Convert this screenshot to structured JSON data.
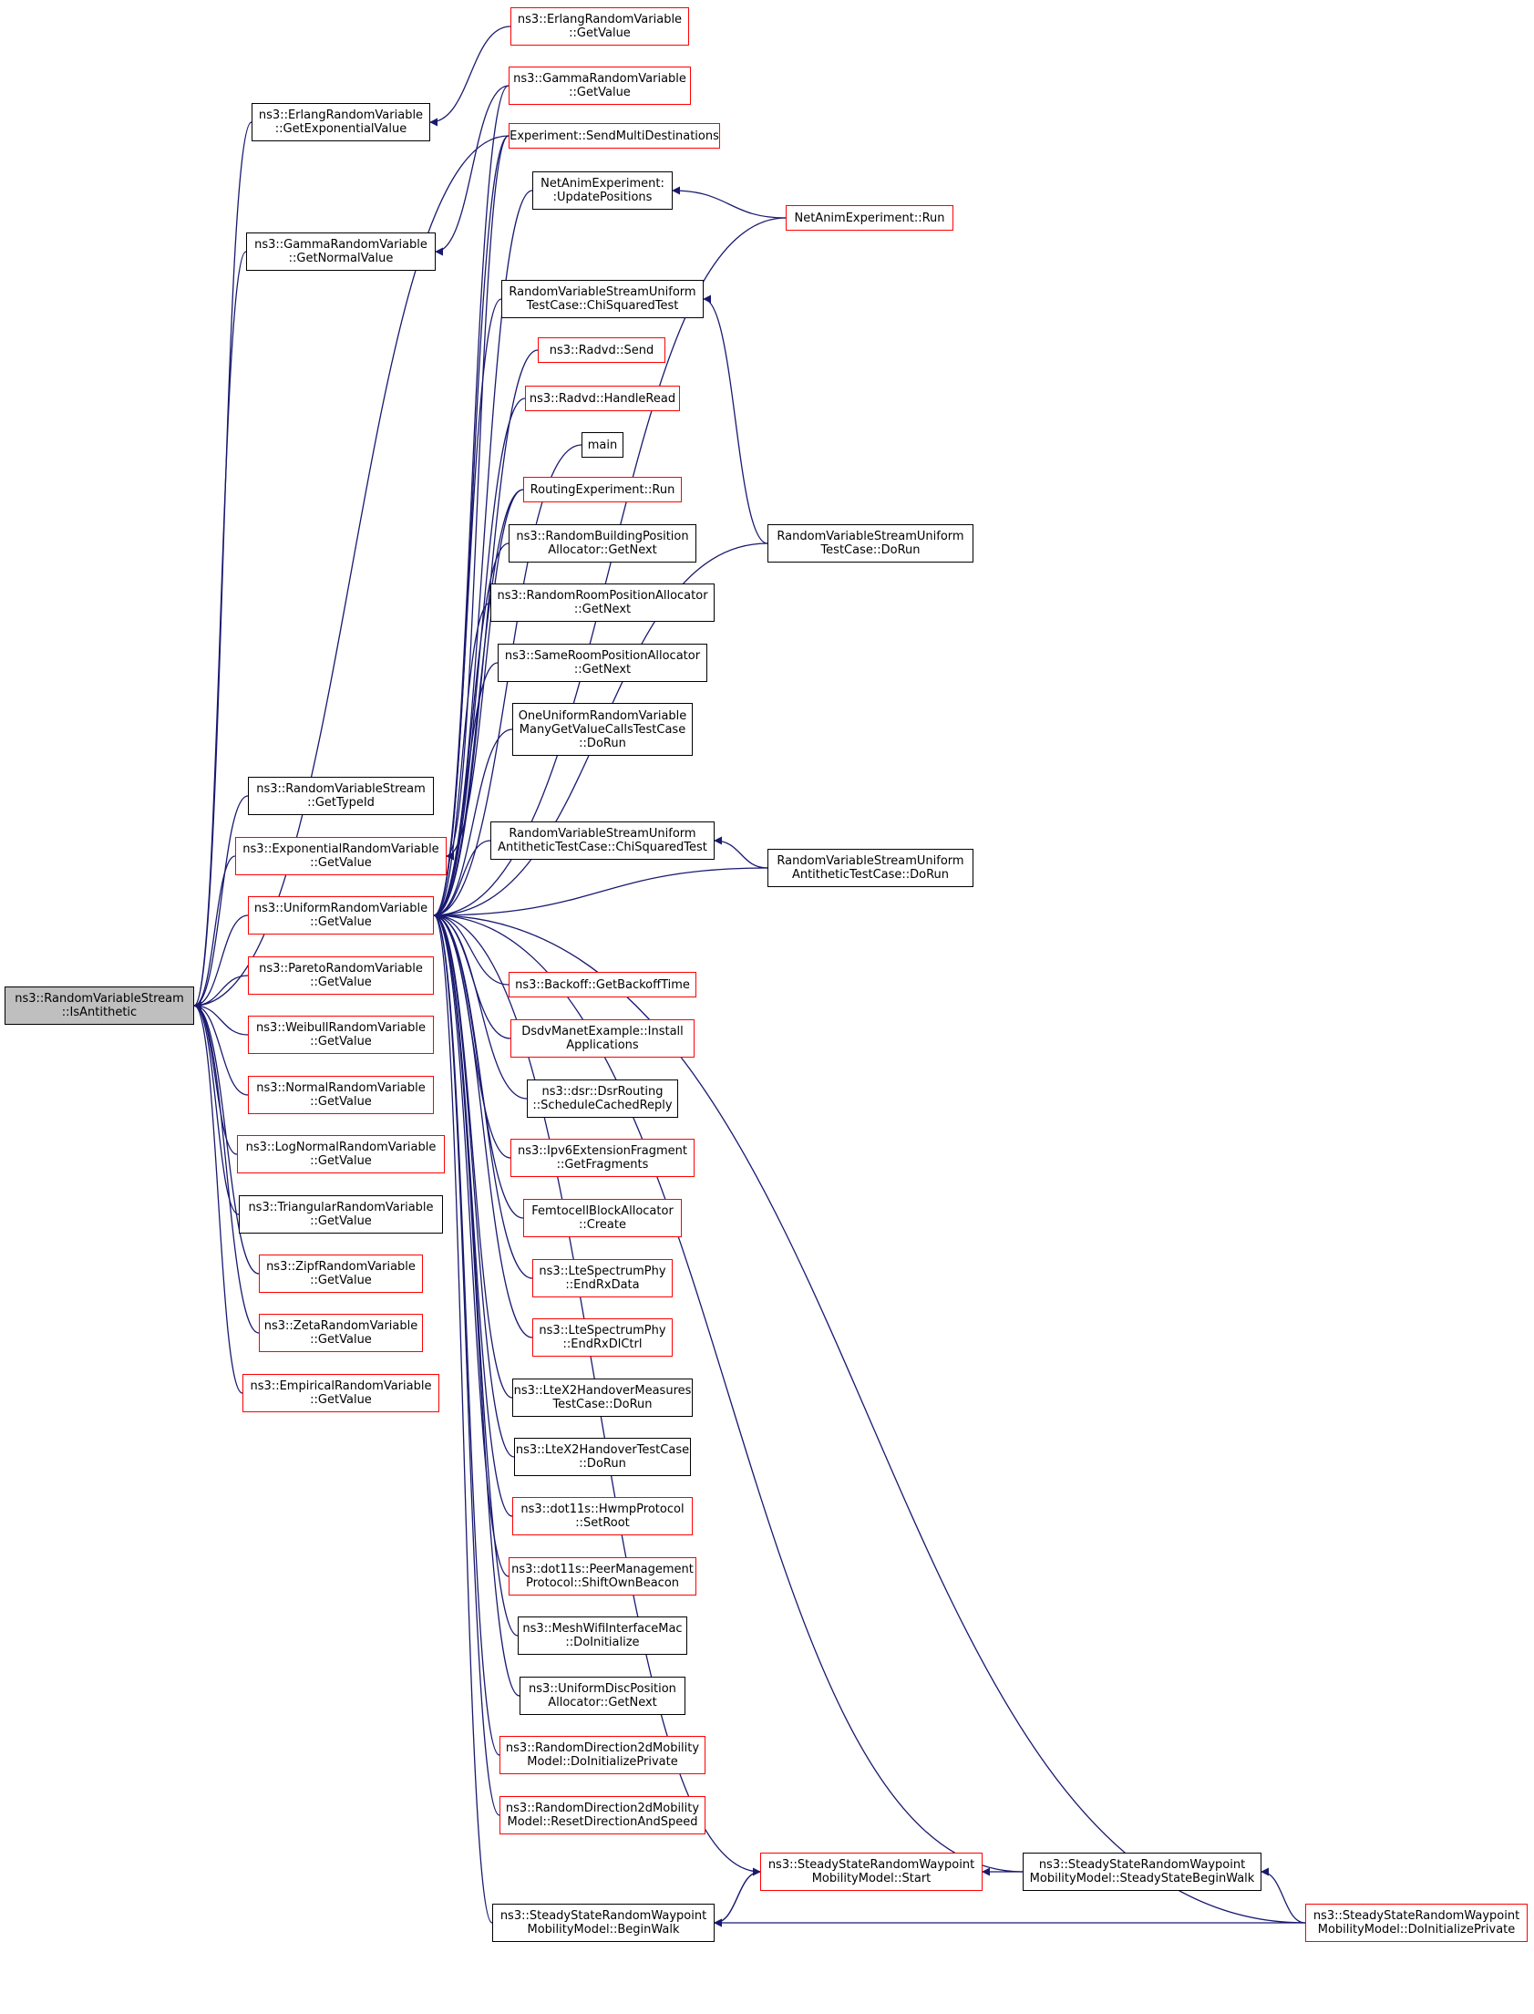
{
  "graph": {
    "kind": "call graph (callers)",
    "colors": {
      "edge": "#191970",
      "documented_border": "#000000",
      "undocumented_border": "#ff0000",
      "root_fill": "#bfbfbf"
    },
    "nodes": [
      {
        "id": "root",
        "lines": [
          "ns3::RandomVariableStream",
          "::IsAntithetic"
        ],
        "style": "root"
      },
      {
        "id": "erlang_getexp",
        "lines": [
          "ns3::ErlangRandomVariable",
          "::GetExponentialValue"
        ],
        "style": "black"
      },
      {
        "id": "gamma_getnormal",
        "lines": [
          "ns3::GammaRandomVariable",
          "::GetNormalValue"
        ],
        "style": "black"
      },
      {
        "id": "rvs_gettypeid",
        "lines": [
          "ns3::RandomVariableStream",
          "::GetTypeId"
        ],
        "style": "black"
      },
      {
        "id": "exp_getvalue",
        "lines": [
          "ns3::ExponentialRandomVariable",
          "::GetValue"
        ],
        "style": "red"
      },
      {
        "id": "uniform_getvalue",
        "lines": [
          "ns3::UniformRandomVariable",
          "::GetValue"
        ],
        "style": "red"
      },
      {
        "id": "pareto_getvalue",
        "lines": [
          "ns3::ParetoRandomVariable",
          "::GetValue"
        ],
        "style": "red"
      },
      {
        "id": "weibull_getvalue",
        "lines": [
          "ns3::WeibullRandomVariable",
          "::GetValue"
        ],
        "style": "red"
      },
      {
        "id": "normal_getvalue",
        "lines": [
          "ns3::NormalRandomVariable",
          "::GetValue"
        ],
        "style": "red"
      },
      {
        "id": "lognormal_getvalue",
        "lines": [
          "ns3::LogNormalRandomVariable",
          "::GetValue"
        ],
        "style": "red"
      },
      {
        "id": "triangular_getvalue",
        "lines": [
          "ns3::TriangularRandomVariable",
          "::GetValue"
        ],
        "style": "black"
      },
      {
        "id": "zipf_getvalue",
        "lines": [
          "ns3::ZipfRandomVariable",
          "::GetValue"
        ],
        "style": "red"
      },
      {
        "id": "zeta_getvalue",
        "lines": [
          "ns3::ZetaRandomVariable",
          "::GetValue"
        ],
        "style": "red"
      },
      {
        "id": "empirical_getvalue",
        "lines": [
          "ns3::EmpiricalRandomVariable",
          "::GetValue"
        ],
        "style": "red"
      },
      {
        "id": "erlang_getvalue",
        "lines": [
          "ns3::ErlangRandomVariable",
          "::GetValue"
        ],
        "style": "red"
      },
      {
        "id": "gamma_getvalue",
        "lines": [
          "ns3::GammaRandomVariable",
          "::GetValue"
        ],
        "style": "red"
      },
      {
        "id": "exp_sendmulti",
        "lines": [
          "Experiment::SendMultiDestinations"
        ],
        "style": "red"
      },
      {
        "id": "netanim_update",
        "lines": [
          "NetAnimExperiment:",
          ":UpdatePositions"
        ],
        "style": "black"
      },
      {
        "id": "netanim_run",
        "lines": [
          "NetAnimExperiment::Run"
        ],
        "style": "red"
      },
      {
        "id": "rvsu_chisq",
        "lines": [
          "RandomVariableStreamUniform",
          "TestCase::ChiSquaredTest"
        ],
        "style": "black"
      },
      {
        "id": "radvd_send",
        "lines": [
          "ns3::Radvd::Send"
        ],
        "style": "red"
      },
      {
        "id": "radvd_handleread",
        "lines": [
          "ns3::Radvd::HandleRead"
        ],
        "style": "red"
      },
      {
        "id": "main",
        "lines": [
          "main"
        ],
        "style": "black"
      },
      {
        "id": "routing_run",
        "lines": [
          "RoutingExperiment::Run"
        ],
        "style": "red"
      },
      {
        "id": "rbpa_getnext",
        "lines": [
          "ns3::RandomBuildingPosition",
          "Allocator::GetNext"
        ],
        "style": "black"
      },
      {
        "id": "rrpa_getnext",
        "lines": [
          "ns3::RandomRoomPositionAllocator",
          "::GetNext"
        ],
        "style": "black"
      },
      {
        "id": "srpa_getnext",
        "lines": [
          "ns3::SameRoomPositionAllocator",
          "::GetNext"
        ],
        "style": "black"
      },
      {
        "id": "oneuniform_dorun",
        "lines": [
          "OneUniformRandomVariable",
          "ManyGetValueCallsTestCase",
          "::DoRun"
        ],
        "style": "black"
      },
      {
        "id": "rvsu_dorun",
        "lines": [
          "RandomVariableStreamUniform",
          "TestCase::DoRun"
        ],
        "style": "black"
      },
      {
        "id": "rvsua_chisq",
        "lines": [
          "RandomVariableStreamUniform",
          "AntitheticTestCase::ChiSquaredTest"
        ],
        "style": "black"
      },
      {
        "id": "rvsua_dorun",
        "lines": [
          "RandomVariableStreamUniform",
          "AntitheticTestCase::DoRun"
        ],
        "style": "black"
      },
      {
        "id": "backoff",
        "lines": [
          "ns3::Backoff::GetBackoffTime"
        ],
        "style": "red"
      },
      {
        "id": "dsdv_install",
        "lines": [
          "DsdvManetExample::Install",
          "Applications"
        ],
        "style": "red"
      },
      {
        "id": "dsr_schedule",
        "lines": [
          "ns3::dsr::DsrRouting",
          "::ScheduleCachedReply"
        ],
        "style": "black"
      },
      {
        "id": "ipv6frag",
        "lines": [
          "ns3::Ipv6ExtensionFragment",
          "::GetFragments"
        ],
        "style": "red"
      },
      {
        "id": "femto_create",
        "lines": [
          "FemtocellBlockAllocator",
          "::Create"
        ],
        "style": "red"
      },
      {
        "id": "lte_endrxdata",
        "lines": [
          "ns3::LteSpectrumPhy",
          "::EndRxData"
        ],
        "style": "red"
      },
      {
        "id": "lte_endrxdlctrl",
        "lines": [
          "ns3::LteSpectrumPhy",
          "::EndRxDlCtrl"
        ],
        "style": "red"
      },
      {
        "id": "ltex2_measures",
        "lines": [
          "ns3::LteX2HandoverMeasures",
          "TestCase::DoRun"
        ],
        "style": "black"
      },
      {
        "id": "ltex2_handover",
        "lines": [
          "ns3::LteX2HandoverTestCase",
          "::DoRun"
        ],
        "style": "black"
      },
      {
        "id": "hwmp_setroot",
        "lines": [
          "ns3::dot11s::HwmpProtocol",
          "::SetRoot"
        ],
        "style": "red"
      },
      {
        "id": "peermgmt_shift",
        "lines": [
          "ns3::dot11s::PeerManagement",
          "Protocol::ShiftOwnBeacon"
        ],
        "style": "red"
      },
      {
        "id": "meshwifi_init",
        "lines": [
          "ns3::MeshWifiInterfaceMac",
          "::DoInitialize"
        ],
        "style": "black"
      },
      {
        "id": "udpa_getnext",
        "lines": [
          "ns3::UniformDiscPosition",
          "Allocator::GetNext"
        ],
        "style": "black"
      },
      {
        "id": "rd2d_init",
        "lines": [
          "ns3::RandomDirection2dMobility",
          "Model::DoInitializePrivate"
        ],
        "style": "red"
      },
      {
        "id": "rd2d_reset",
        "lines": [
          "ns3::RandomDirection2dMobility",
          "Model::ResetDirectionAndSpeed"
        ],
        "style": "red"
      },
      {
        "id": "ssrw_start",
        "lines": [
          "ns3::SteadyStateRandomWaypoint",
          "MobilityModel::Start"
        ],
        "style": "red"
      },
      {
        "id": "ssrw_beginwalk",
        "lines": [
          "ns3::SteadyStateRandomWaypoint",
          "MobilityModel::BeginWalk"
        ],
        "style": "black"
      },
      {
        "id": "ssrw_ssbeginwalk",
        "lines": [
          "ns3::SteadyStateRandomWaypoint",
          "MobilityModel::SteadyStateBeginWalk"
        ],
        "style": "black"
      },
      {
        "id": "ssrw_doinit",
        "lines": [
          "ns3::SteadyStateRandomWaypoint",
          "MobilityModel::DoInitializePrivate"
        ],
        "style": "red"
      }
    ],
    "edges": [
      [
        "erlang_getexp",
        "root"
      ],
      [
        "gamma_getnormal",
        "root"
      ],
      [
        "rvs_gettypeid",
        "root"
      ],
      [
        "exp_getvalue",
        "root"
      ],
      [
        "uniform_getvalue",
        "root"
      ],
      [
        "pareto_getvalue",
        "root"
      ],
      [
        "weibull_getvalue",
        "root"
      ],
      [
        "normal_getvalue",
        "root"
      ],
      [
        "lognormal_getvalue",
        "root"
      ],
      [
        "triangular_getvalue",
        "root"
      ],
      [
        "zipf_getvalue",
        "root"
      ],
      [
        "zeta_getvalue",
        "root"
      ],
      [
        "empirical_getvalue",
        "root"
      ],
      [
        "exp_sendmulti",
        "root"
      ],
      [
        "erlang_getvalue",
        "erlang_getexp"
      ],
      [
        "gamma_getvalue",
        "gamma_getnormal"
      ],
      [
        "exp_sendmulti",
        "exp_getvalue"
      ],
      [
        "routing_run",
        "exp_getvalue"
      ],
      [
        "gamma_getvalue",
        "uniform_getvalue"
      ],
      [
        "exp_sendmulti",
        "uniform_getvalue"
      ],
      [
        "netanim_update",
        "uniform_getvalue"
      ],
      [
        "netanim_run",
        "uniform_getvalue"
      ],
      [
        "rvsu_chisq",
        "uniform_getvalue"
      ],
      [
        "radvd_send",
        "uniform_getvalue"
      ],
      [
        "radvd_handleread",
        "uniform_getvalue"
      ],
      [
        "main",
        "uniform_getvalue"
      ],
      [
        "routing_run",
        "uniform_getvalue"
      ],
      [
        "rbpa_getnext",
        "uniform_getvalue"
      ],
      [
        "rrpa_getnext",
        "uniform_getvalue"
      ],
      [
        "srpa_getnext",
        "uniform_getvalue"
      ],
      [
        "oneuniform_dorun",
        "uniform_getvalue"
      ],
      [
        "rvsu_dorun",
        "uniform_getvalue"
      ],
      [
        "rvsua_chisq",
        "uniform_getvalue"
      ],
      [
        "rvsua_dorun",
        "uniform_getvalue"
      ],
      [
        "ssrw_ssbeginwalk",
        "uniform_getvalue"
      ],
      [
        "backoff",
        "uniform_getvalue"
      ],
      [
        "dsdv_install",
        "uniform_getvalue"
      ],
      [
        "dsr_schedule",
        "uniform_getvalue"
      ],
      [
        "ipv6frag",
        "uniform_getvalue"
      ],
      [
        "femto_create",
        "uniform_getvalue"
      ],
      [
        "lte_endrxdata",
        "uniform_getvalue"
      ],
      [
        "lte_endrxdlctrl",
        "uniform_getvalue"
      ],
      [
        "ltex2_measures",
        "uniform_getvalue"
      ],
      [
        "ltex2_handover",
        "uniform_getvalue"
      ],
      [
        "hwmp_setroot",
        "uniform_getvalue"
      ],
      [
        "peermgmt_shift",
        "uniform_getvalue"
      ],
      [
        "meshwifi_init",
        "uniform_getvalue"
      ],
      [
        "udpa_getnext",
        "uniform_getvalue"
      ],
      [
        "rd2d_init",
        "uniform_getvalue"
      ],
      [
        "rd2d_reset",
        "uniform_getvalue"
      ],
      [
        "ssrw_start",
        "uniform_getvalue"
      ],
      [
        "ssrw_beginwalk",
        "uniform_getvalue"
      ],
      [
        "ssrw_doinit",
        "uniform_getvalue"
      ],
      [
        "netanim_run",
        "netanim_update"
      ],
      [
        "rvsu_dorun",
        "rvsu_chisq"
      ],
      [
        "rvsua_dorun",
        "rvsua_chisq"
      ],
      [
        "ssrw_beginwalk",
        "ssrw_start"
      ],
      [
        "ssrw_ssbeginwalk",
        "ssrw_start"
      ],
      [
        "ssrw_start",
        "ssrw_beginwalk"
      ],
      [
        "ssrw_doinit",
        "ssrw_beginwalk"
      ],
      [
        "ssrw_doinit",
        "ssrw_ssbeginwalk"
      ]
    ]
  }
}
